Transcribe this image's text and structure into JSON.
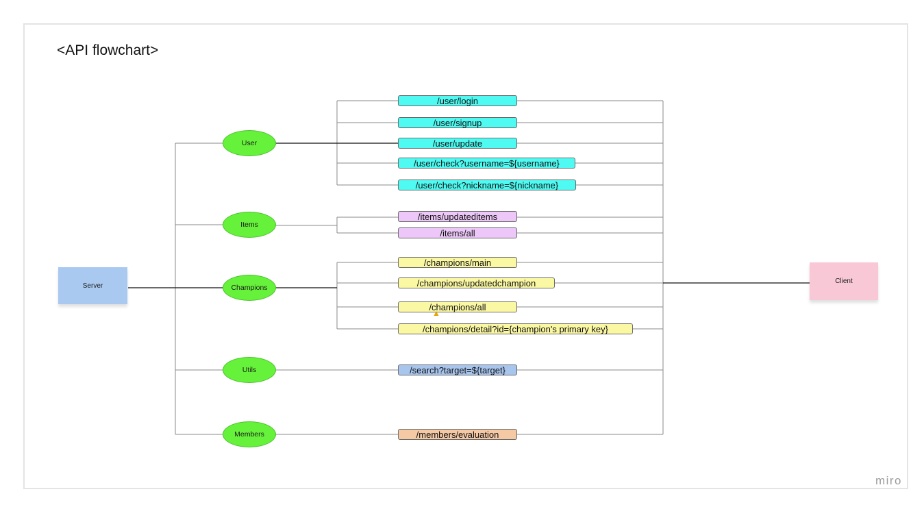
{
  "title": "<API flowchart>",
  "server": {
    "label": "Server"
  },
  "client": {
    "label": "Client"
  },
  "groups": {
    "user": {
      "label": "User",
      "endpoints": [
        "/user/login",
        "/user/signup",
        "/user/update",
        "/user/check?username=${username}",
        "/user/check?nickname=${nickname}"
      ]
    },
    "items": {
      "label": "Items",
      "endpoints": [
        "/items/updateditems",
        "/items/all"
      ]
    },
    "champions": {
      "label": "Champions",
      "endpoints": [
        "/champions/main",
        "/champions/updatedchampion",
        "/champions/all",
        "/champions/detail?id={champion's primary key}"
      ]
    },
    "utils": {
      "label": "Utils",
      "endpoints": [
        "/search?target=${target}"
      ]
    },
    "members": {
      "label": "Members",
      "endpoints": [
        "/members/evaluation"
      ]
    }
  },
  "colors": {
    "server": "#a9c9f1",
    "client": "#f9c8d6",
    "group": "#66f23b",
    "user": "#4efaf1",
    "items": "#ecc7f8",
    "champions": "#fbf8a4",
    "utils": "#a8c5ee",
    "members": "#f6c9a5"
  },
  "logo": "miro"
}
